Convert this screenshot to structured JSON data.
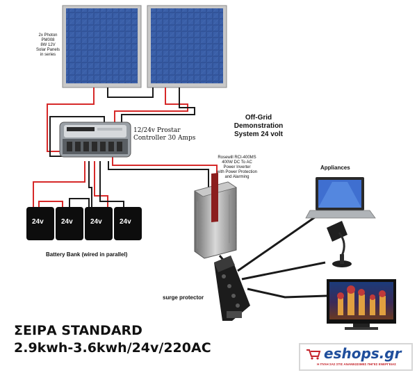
{
  "panels_label": [
    "2x Photon",
    "PM008",
    "8W 12V",
    "Solar Panels",
    "in series"
  ],
  "controller_label": [
    "12/24v Prostar",
    "Controller 30 Amps"
  ],
  "title": [
    "Off-Grid",
    "Demonstration",
    "System 24 volt"
  ],
  "inverter_label": [
    "Rosewill RCI-400MS",
    "400W DC To AC",
    "Power Inverter",
    "with Power Protection",
    "and Alarming"
  ],
  "appliances_label": "Appliances",
  "battery_labels": [
    "24v",
    "24v",
    "24v",
    "24v"
  ],
  "battery_bank_label": "Battery Bank (wired in parallel)",
  "surge_label": "surge protector",
  "series_title": "ΣΕΙΡΑ STANDARD",
  "series_spec": "2.9kwh-3.6kwh/24v/220AC",
  "logo": {
    "brand": "eshops.gr",
    "tagline": "Η ΠΥΛΗ ΣΑΣ ΣΤΙΣ ΑΝΑΝΕΩΣΙΜΕΣ ΠΗΓΕΣ ΕΝΕΡΓΕΙΑΣ"
  },
  "colors": {
    "wire_red": "#d62828",
    "wire_black": "#1a1a1a",
    "panel_cell": "#2b4a8c",
    "brand_blue": "#1f4e9c",
    "brand_red": "#c4232a"
  }
}
